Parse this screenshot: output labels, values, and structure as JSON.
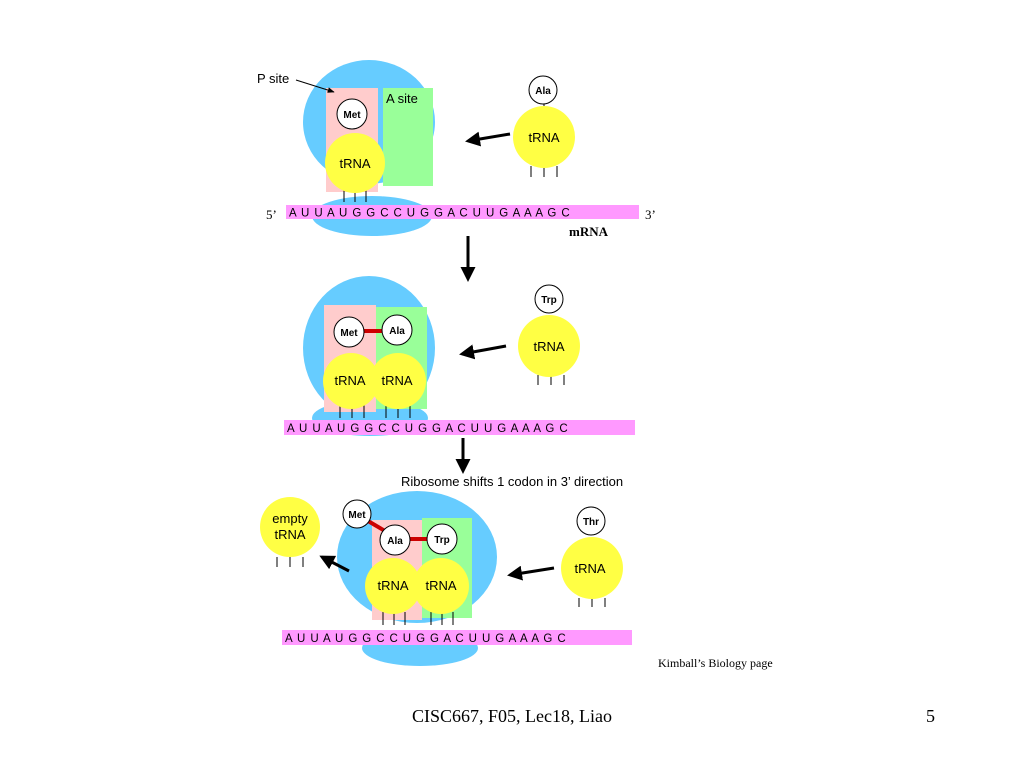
{
  "colors": {
    "ribosome": "#66ccff",
    "p_site": "#ffcccc",
    "a_site": "#99ff99",
    "trna": "#ffff44",
    "mrna": "#ff99ff",
    "peptide_bond": "#cc0000"
  },
  "panel1": {
    "p_site_label": "P site",
    "a_site_label": "A site",
    "p_trna": {
      "amino": "Met",
      "label": "tRNA"
    },
    "incoming_trna": {
      "amino": "Ala",
      "label": "tRNA"
    },
    "five_prime": "5’",
    "three_prime": "3’",
    "mrna_seq": "A U U A U G G C C U G G A C U U G A A A G C",
    "mrna_label": "mRNA"
  },
  "panel2": {
    "p_trna": {
      "amino": "Met",
      "label": "tRNA"
    },
    "a_trna": {
      "amino": "Ala",
      "label": "tRNA"
    },
    "incoming_trna": {
      "amino": "Trp",
      "label": "tRNA"
    },
    "mrna_seq": "A U U A U G G C C U G G A C U U G A A A G C"
  },
  "shift_caption": "Ribosome shifts 1 codon in 3’ direction",
  "panel3": {
    "exit_trna": {
      "label_line1": "empty",
      "label_line2": "tRNA"
    },
    "chain_amino": "Met",
    "p_trna": {
      "amino": "Ala",
      "label": "tRNA"
    },
    "a_trna": {
      "amino": "Trp",
      "label": "tRNA"
    },
    "incoming_trna": {
      "amino": "Thr",
      "label": "tRNA"
    },
    "mrna_seq": "A U U A U G G C C U G G A C U U G A A A G C"
  },
  "credit": "Kimball’s Biology page",
  "footer": "CISC667, F05, Lec18, Liao",
  "page_number": "5"
}
